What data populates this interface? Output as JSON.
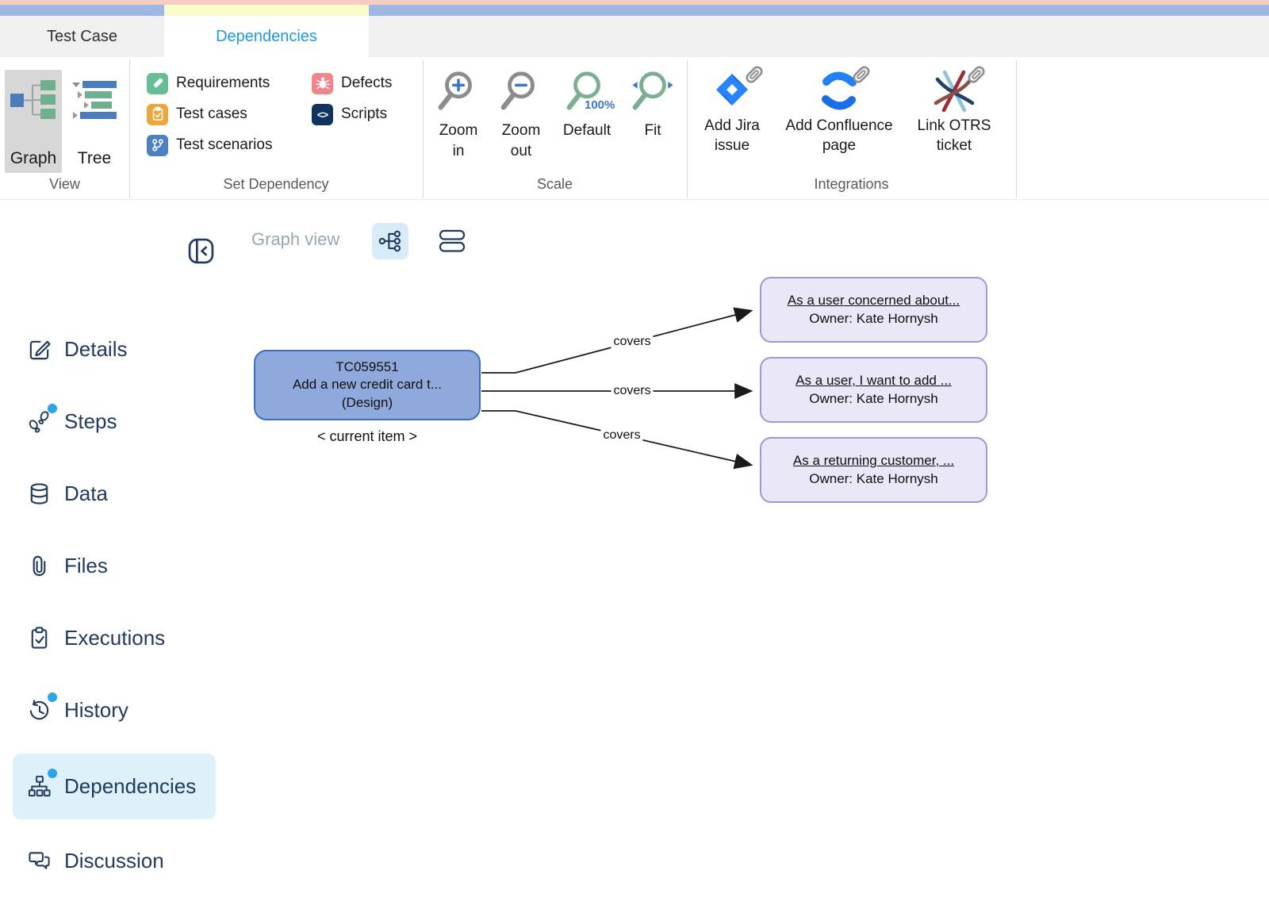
{
  "tabs": {
    "test_case": "Test Case",
    "dependencies": "Dependencies"
  },
  "ribbon": {
    "view": {
      "group": "View",
      "graph": "Graph",
      "tree": "Tree"
    },
    "set_dependency": {
      "group": "Set Dependency",
      "requirements": "Requirements",
      "test_cases": "Test cases",
      "test_scenarios": "Test scenarios",
      "defects": "Defects",
      "scripts": "Scripts",
      "scripts_glyph": "<>"
    },
    "scale": {
      "group": "Scale",
      "zoom_in": "Zoom in",
      "zoom_out": "Zoom out",
      "default": "Default",
      "default_value": "100%",
      "fit": "Fit"
    },
    "integrations": {
      "group": "Integrations",
      "add_jira": "Add Jira issue",
      "add_confluence": "Add Confluence page",
      "link_otrs": "Link OTRS ticket"
    }
  },
  "panel": {
    "graph_view_label": "Graph view"
  },
  "sidebar": {
    "items": [
      {
        "label": "Details"
      },
      {
        "label": "Steps"
      },
      {
        "label": "Data"
      },
      {
        "label": "Files"
      },
      {
        "label": "Executions"
      },
      {
        "label": "History"
      },
      {
        "label": "Dependencies"
      },
      {
        "label": "Discussion"
      }
    ]
  },
  "graph": {
    "current_item": {
      "id": "TC059551",
      "title": "Add a new credit card t...",
      "status": "(Design)",
      "caption": "< current item >"
    },
    "edge_label": "covers",
    "targets": [
      {
        "title": "As a user concerned about...",
        "owner": "Owner: Kate Hornysh"
      },
      {
        "title": "As a user, I want to add ...",
        "owner": "Owner: Kate Hornysh"
      },
      {
        "title": "As a returning customer, ...",
        "owner": "Owner: Kate Hornysh"
      }
    ]
  },
  "colors": {
    "accent_blue": "#1e9be0",
    "current_node_fill": "#8fa9dd",
    "current_node_border": "#3d6cc2",
    "target_node_fill": "#e9e7f8",
    "target_node_border": "#9c9ad2",
    "badge": "#2ba5e5",
    "active_item_bg": "#def0fa"
  }
}
